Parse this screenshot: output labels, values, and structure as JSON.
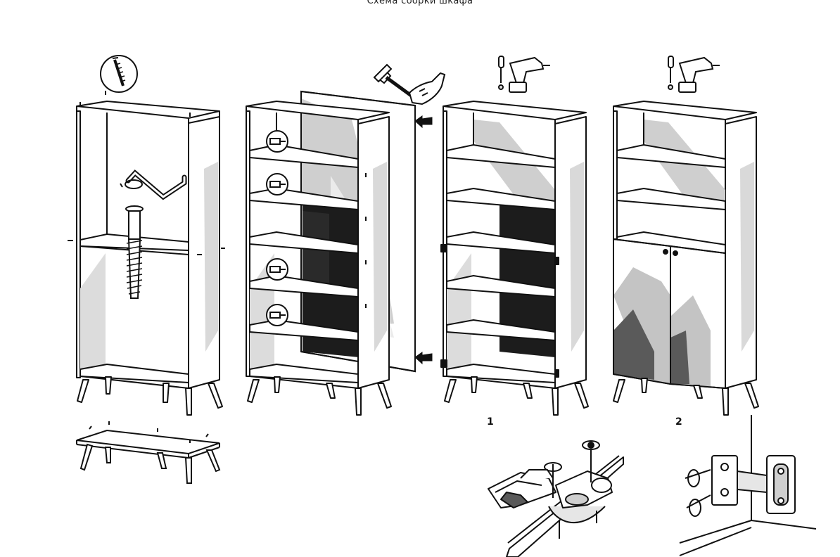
{
  "title": "Схема сборки шкафа",
  "steps": [
    {
      "label": "1"
    },
    {
      "label": "2"
    }
  ],
  "colors": {
    "line": "#111111",
    "shade_light": "#e6e6e6",
    "shade_mid": "#c4c4c4",
    "shade_dark": "#5a5a5a",
    "back_panel": "#1c1c1c"
  }
}
